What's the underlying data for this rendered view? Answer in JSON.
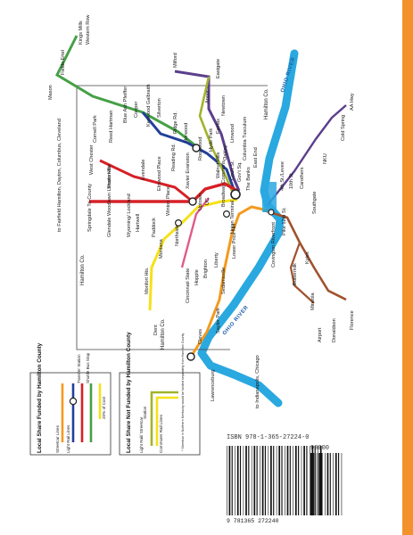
{
  "colors": {
    "stripe": "#f3922b",
    "river": "#2aa8e0",
    "red_line": "#d62027",
    "yellow_line": "#f5e11a",
    "green_line": "#46a046",
    "blue_line": "#22409a",
    "purple_line": "#5b3f8c",
    "orange_line": "#f39a1e",
    "brown_line": "#a0522d",
    "olive_line": "#a2b32b",
    "pink_line": "#e05a8a",
    "boundary": "#444444"
  },
  "water_labels": {
    "ohio_upper": "OHIO RIVER",
    "ohio_lower": "OHIO RIVER"
  },
  "county_labels": {
    "hamilton_east": "Hamilton Co.",
    "hamilton_west": "Hamilton Co.",
    "hamilton_south": "Hamilton Co."
  },
  "stations": [
    {
      "id": "kings-mills",
      "label": "Kings Mills"
    },
    {
      "id": "western-row",
      "label": "Western Row"
    },
    {
      "id": "mason",
      "label": "Mason"
    },
    {
      "id": "fields-ertel",
      "label": "Fields Ertel"
    },
    {
      "id": "milford",
      "label": "Milford"
    },
    {
      "id": "eastgate",
      "label": "Eastgate"
    },
    {
      "id": "cornell-park",
      "label": "Cornell Park"
    },
    {
      "id": "reed-hartman",
      "label": "Reed Hartman"
    },
    {
      "id": "blue-ash",
      "label": "Blue Ash Pfeiffer"
    },
    {
      "id": "cooper",
      "label": "Cooper"
    },
    {
      "id": "kenwood",
      "label": "Kenwood Galbraith"
    },
    {
      "id": "silverton",
      "label": "Silverton"
    },
    {
      "id": "ridge-rd",
      "label": "Ridge Rd."
    },
    {
      "id": "norwood",
      "label": "Norwood"
    },
    {
      "id": "anoor",
      "label": "Anoor"
    },
    {
      "id": "newtown",
      "label": "Newtown"
    },
    {
      "id": "fairfax",
      "label": "Fairfax"
    },
    {
      "id": "hyde-park",
      "label": "Hyde Park"
    },
    {
      "id": "rookwood",
      "label": "Rookwood"
    },
    {
      "id": "oakley",
      "label": "Oakley"
    },
    {
      "id": "linwood",
      "label": "Linwood"
    },
    {
      "id": "walnut-hills",
      "label": "Walnut Hills"
    },
    {
      "id": "columbia-tusculum",
      "label": "Columbia Tusculum"
    },
    {
      "id": "east-end",
      "label": "East End"
    },
    {
      "id": "the-banks",
      "label": "The Banks"
    },
    {
      "id": "court-st",
      "label": "Court St."
    },
    {
      "id": "govt-sq",
      "label": "Gov't Sq."
    },
    {
      "id": "reading-rd",
      "label": "Reading Rd."
    },
    {
      "id": "xavier",
      "label": "Xavier Evanston"
    },
    {
      "id": "uptown",
      "label": "Uptown"
    },
    {
      "id": "broadway-commons",
      "label": "Broadway Commons"
    },
    {
      "id": "uc",
      "label": "UC"
    },
    {
      "id": "union-terminal",
      "label": "Union Terminal"
    },
    {
      "id": "elmwood-place",
      "label": "Elmwood Place"
    },
    {
      "id": "winton-place",
      "label": "Winton Place"
    },
    {
      "id": "northside",
      "label": "Northside"
    },
    {
      "id": "west-chester",
      "label": "West Chester"
    },
    {
      "id": "sharonville",
      "label": "Sharonville"
    },
    {
      "id": "evendale",
      "label": "Evendale"
    },
    {
      "id": "fairfield",
      "label": "to Fairfield Hamilton, Dayton, Columbus, Cleveland"
    },
    {
      "id": "springdale",
      "label": "Springdale Tri-County"
    },
    {
      "id": "glendale",
      "label": "Glendale Woodlawn Lincoln Hts."
    },
    {
      "id": "wyoming",
      "label": "Wyoming/ Lockland"
    },
    {
      "id": "hartwell",
      "label": "Hartwell"
    },
    {
      "id": "paddock",
      "label": "Paddock"
    },
    {
      "id": "montana",
      "label": "Montana"
    },
    {
      "id": "cincinnati-state",
      "label": "Cincinnati State"
    },
    {
      "id": "hopple",
      "label": "Hopple"
    },
    {
      "id": "brighton",
      "label": "Brighton"
    },
    {
      "id": "liberty",
      "label": "Liberty"
    },
    {
      "id": "price-hill",
      "label": "Lower Price Hill"
    },
    {
      "id": "sedamsville",
      "label": "Sedamsville"
    },
    {
      "id": "sayler-park",
      "label": "Sayler Park"
    },
    {
      "id": "cleves",
      "label": "Cleves"
    },
    {
      "id": "monfort-hts",
      "label": "Monfort Hts."
    },
    {
      "id": "dent",
      "label": "Dent"
    },
    {
      "id": "lawrenceburg",
      "label": "Lawrenceburg"
    },
    {
      "id": "indianapolis",
      "label": "to Indianapolis, Chicago"
    },
    {
      "id": "4th-st",
      "label": "4th St./Levee"
    },
    {
      "id": "10th-st",
      "label": "10th St."
    },
    {
      "id": "carothers",
      "label": "Carothers"
    },
    {
      "id": "pike",
      "label": "Pike 12th St."
    },
    {
      "id": "covington",
      "label": "Covington Riverfront"
    },
    {
      "id": "kyles",
      "label": "Kyles"
    },
    {
      "id": "southgate",
      "label": "Southgate"
    },
    {
      "id": "nku",
      "label": "NKU"
    },
    {
      "id": "cold-spring",
      "label": "Cold Spring"
    },
    {
      "id": "aa-hwy",
      "label": "AA Hwy"
    },
    {
      "id": "buttermilk",
      "label": "Buttermilk"
    },
    {
      "id": "mineola",
      "label": "Mineola"
    },
    {
      "id": "airport",
      "label": "Airport"
    },
    {
      "id": "donaldson",
      "label": "Donaldson"
    },
    {
      "id": "florence",
      "label": "Florence"
    }
  ],
  "legend_funded": {
    "title": "Local Share Funded by Hamilton County",
    "items": [
      "Streetcar Lines",
      "Light Rail Lines",
      "Transfer Station",
      "Shuttle Bus Stop",
      "20% of Cost"
    ]
  },
  "legend_not_funded": {
    "title": "Local Share Not Funded by Hamilton County",
    "items": [
      "Light Rail/ Streetcar",
      "Commuter Rail Lines",
      "Station"
    ],
    "note": "* Streetcar in Northern Kentucky would be funded separately from Hamilton County"
  },
  "barcode": {
    "isbn": "ISBN 978-1-365-27224-0",
    "price_code": "90000",
    "digits": "9 781365 272240"
  }
}
